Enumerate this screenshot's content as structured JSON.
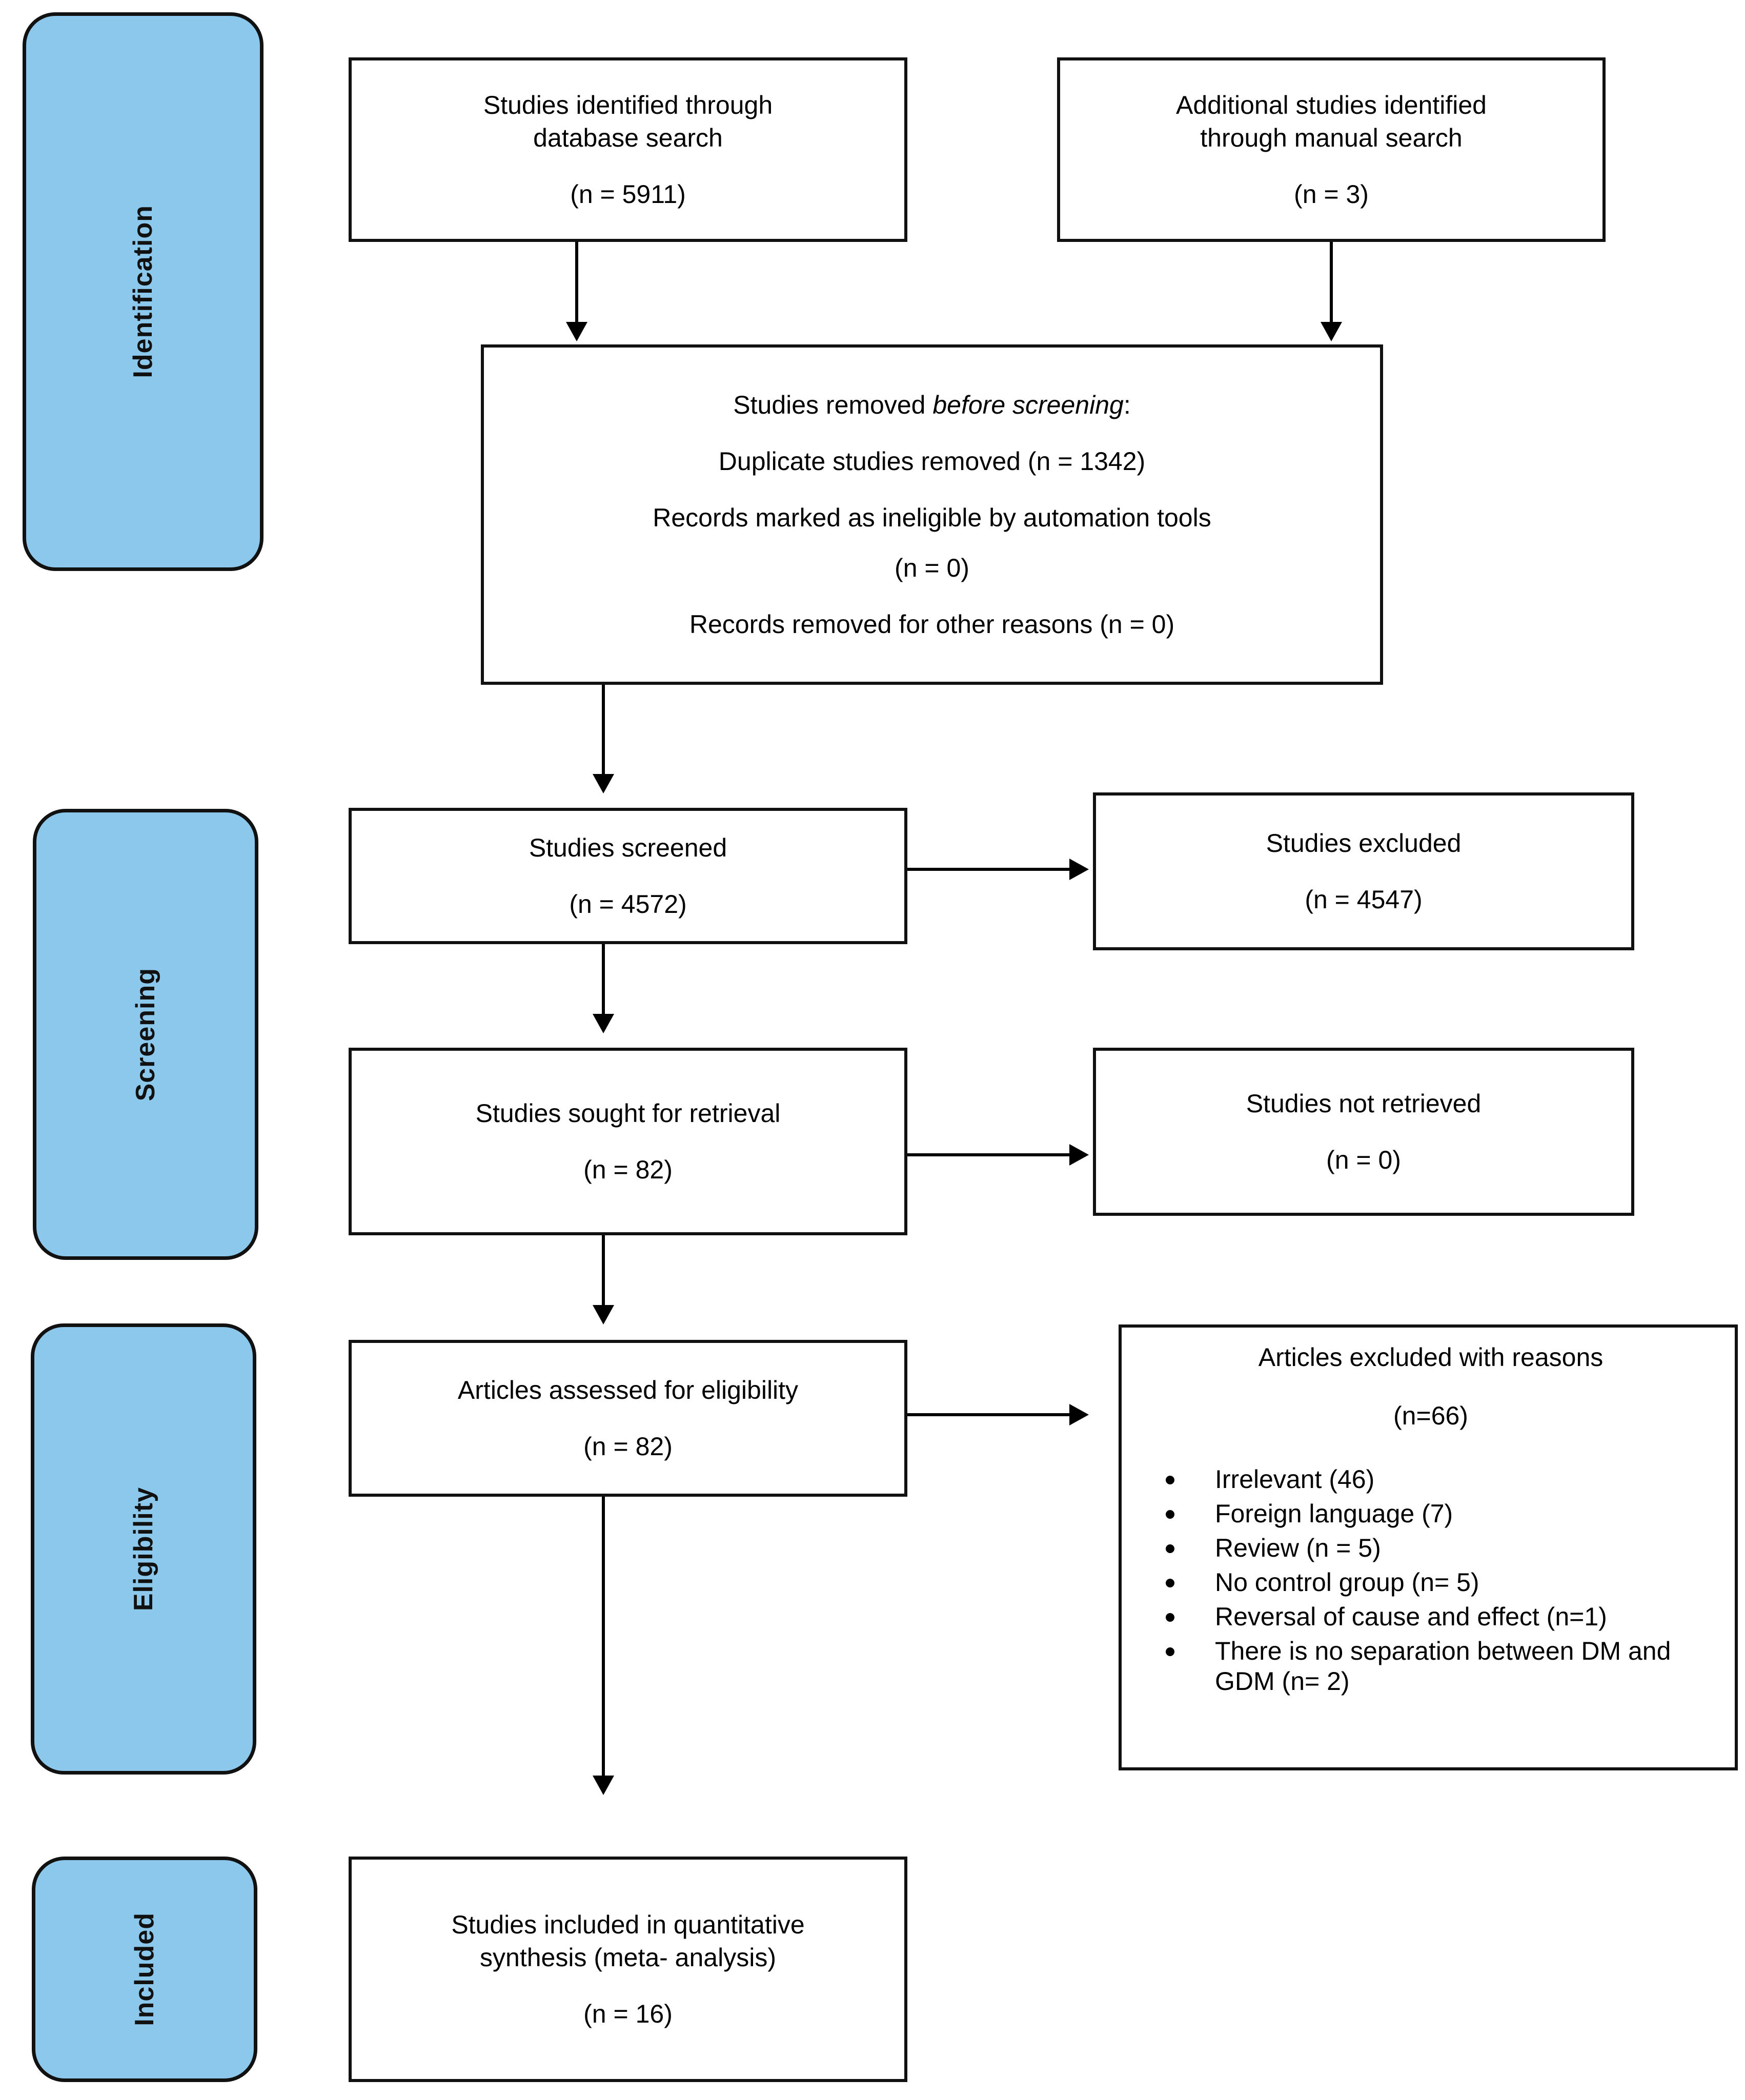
{
  "diagram": {
    "type": "prisma-flow-diagram",
    "accent_blue": "#8CC8EC",
    "line_color": "#000000",
    "stages": [
      {
        "id": "identification",
        "label": "Identification"
      },
      {
        "id": "screening",
        "label": "Screening"
      },
      {
        "id": "eligibility",
        "label": "Eligibility"
      },
      {
        "id": "included",
        "label": "Included"
      }
    ],
    "boxes": {
      "database_search": {
        "line1": "Studies identified through",
        "line2": "database search",
        "count": "(n = 5911)"
      },
      "manual_search": {
        "line1": "Additional studies identified",
        "line2": "through manual search",
        "count": "(n = 3)"
      },
      "removed_before_screening": {
        "title_prefix": "Studies removed ",
        "title_italic": "before screening",
        "title_suffix": ":",
        "line_duplicates": "Duplicate studies removed (n = 1342)",
        "line_automation": "Records marked as ineligible by automation tools",
        "line_automation_count": "(n = 0)",
        "line_other": "Records removed for other reasons (n = 0)"
      },
      "studies_screened": {
        "line1": "Studies screened",
        "count": "(n = 4572)"
      },
      "studies_excluded": {
        "line1": "Studies excluded",
        "count": "(n = 4547)"
      },
      "sought_for_retrieval": {
        "line1": "Studies sought for retrieval",
        "count": "(n = 82)"
      },
      "not_retrieved": {
        "line1": "Studies not retrieved",
        "count": "(n = 0)"
      },
      "assessed_for_eligibility": {
        "line1": "Articles assessed for eligibility",
        "count": "(n = 82)"
      },
      "excluded_with_reasons": {
        "title": "Articles excluded with reasons",
        "count": "(n=66)",
        "reasons": [
          "Irrelevant (46)",
          "Foreign language (7)",
          "Review (n = 5)",
          "No control group (n= 5)",
          "Reversal of cause and effect (n=1)",
          "There is no separation between DM and GDM (n= 2)"
        ]
      },
      "included_in_synthesis": {
        "line1": "Studies included in quantitative",
        "line2": "synthesis (meta- analysis)",
        "count": "(n = 16)"
      }
    }
  }
}
